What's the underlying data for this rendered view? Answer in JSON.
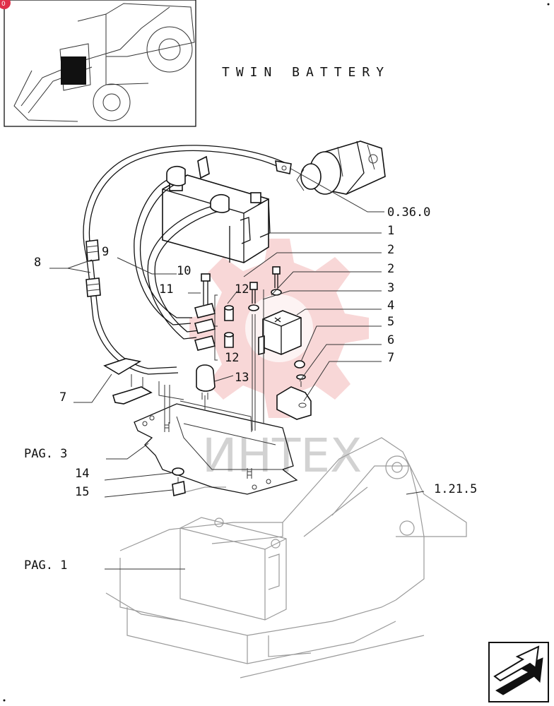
{
  "title": "TWIN BATTERY",
  "watermark": "ИНТЕХ",
  "corner_badge": "0",
  "colors": {
    "line": "#111111",
    "watermark": "#f2b6b6",
    "ghost": "#9a9a9a"
  },
  "labels": {
    "ref_0360": "0.36.0",
    "ref_1215": "1.21.5",
    "pag3": "PAG. 3",
    "pag1": "PAG. 1",
    "n1": "1",
    "n2a": "2",
    "n2b": "2",
    "n3": "3",
    "n4": "4",
    "n5": "5",
    "n6": "6",
    "n7r": "7",
    "n7l": "7",
    "n8": "8",
    "n9": "9",
    "n10": "10",
    "n11": "11",
    "n12a": "12",
    "n12b": "12",
    "n13": "13",
    "n14": "14",
    "n15": "15"
  },
  "icons": {
    "thumbnail": "machine-thumbnail-icon",
    "next": "next-page-arrow-icon"
  }
}
